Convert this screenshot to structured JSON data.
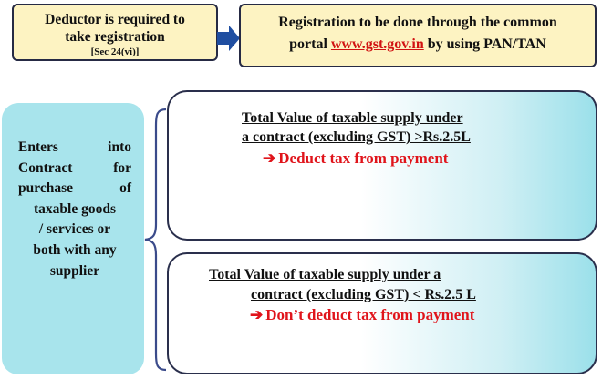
{
  "deductor": {
    "line1": "Deductor is required to",
    "line2": "take registration",
    "ref": "[Sec 24(vi)]"
  },
  "portal": {
    "text1": "Registration to be done through the common",
    "text2": "portal ",
    "link": "www.gst.gov.in",
    "text3": " by using PAN/TAN"
  },
  "enters": {
    "lines": [
      "Enters into",
      "Contract for",
      "purchase of",
      "taxable goods",
      "/ services or",
      "both with any",
      "supplier"
    ]
  },
  "above": {
    "cond1": "Total Value of taxable supply under",
    "cond2": "a contract (excluding GST) >Rs.2.5L",
    "action": "Deduct tax from payment"
  },
  "below": {
    "cond1": "Total Value of taxable supply under a",
    "cond2": "contract (excluding GST) < Rs.2.5 L",
    "action": "Don’t deduct tax from payment"
  },
  "colors": {
    "yellow_box": "#fdf3c2",
    "cyan_box": "#a8e4ec",
    "action_red": "#e0141b",
    "arrow_blue": "#1f4ea1"
  }
}
